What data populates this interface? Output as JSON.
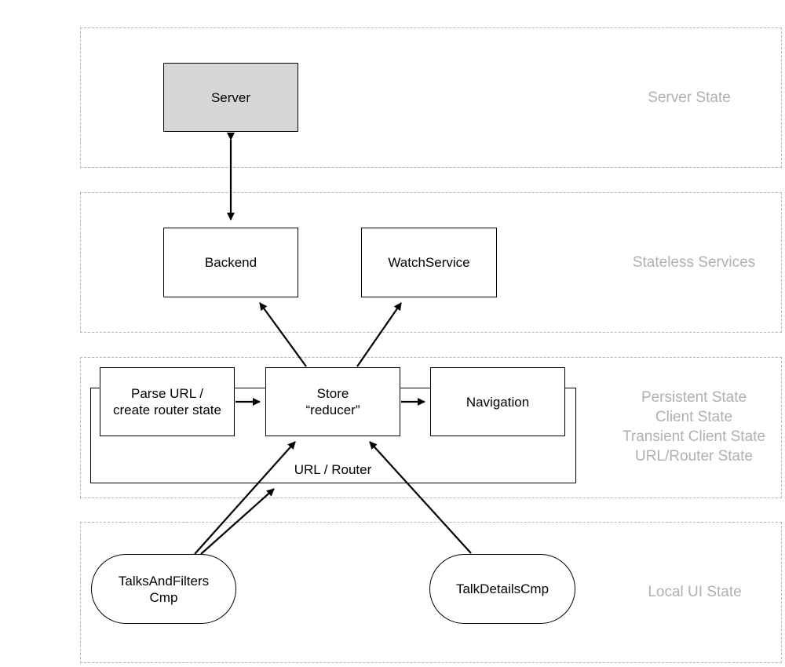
{
  "layers": {
    "server_state": "Server State",
    "stateless_services": "Stateless Services",
    "client_state_lines": [
      "Persistent State",
      "Client State",
      "Transient Client State",
      "URL/Router State"
    ],
    "local_ui_state": "Local UI State"
  },
  "nodes": {
    "server": "Server",
    "backend": "Backend",
    "watch_service": "WatchService",
    "parse_url_line1": "Parse URL /",
    "parse_url_line2": "create router state",
    "store_line1": "Store",
    "store_line2": "“reducer”",
    "navigation": "Navigation",
    "router": "URL / Router",
    "talks_filters_line1": "TalksAndFilters",
    "talks_filters_line2": "Cmp",
    "talk_details": "TalkDetailsCmp"
  },
  "colors": {
    "server_fill": "#d6d6d6",
    "layer_text": "#b0b0b0",
    "dash": "#b5b5b5"
  }
}
